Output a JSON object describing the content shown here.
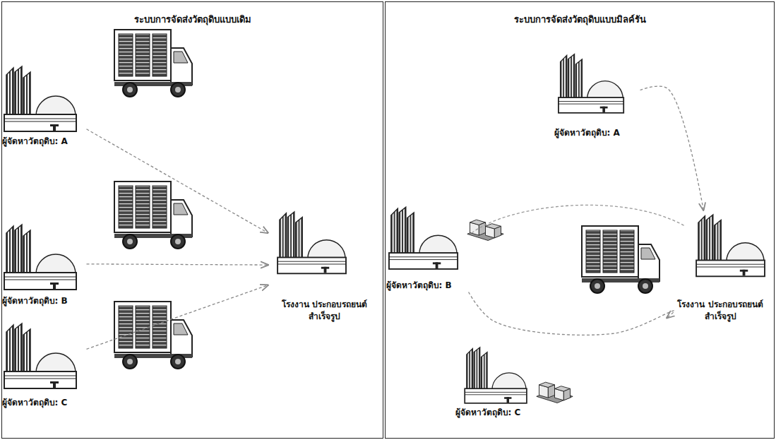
{
  "diagram": {
    "nodes": [
      {
        "text": [
          "ระบบการจัดส่งวัตถุดิบแบบเดิม"
        ]
      },
      {
        "text": [
          "ผู้จัดหาวัตถุดิบ: A"
        ],
        "in": 0
      },
      {
        "text": [
          "ผู้จัดหาวัตถุดิบ: B"
        ],
        "in": 0
      },
      {
        "text": [
          "ผู้จัดหาวัตถุดิบ: C"
        ],
        "in": 0
      },
      {
        "text": [
          "โรงงาน ประกอบรถยนต์สำเร็จรูป"
        ],
        "in": 0
      },
      {
        "text": [
          "ระบบการจัดส่งวัตถุดิบแบบมิลค์รัน"
        ]
      },
      {
        "text": [
          "ผู้จัดหาวัตถุดิบ: A"
        ],
        "in": 5
      },
      {
        "text": [
          "ผู้จัดหาวัตถุดิบ: B"
        ],
        "in": 5
      },
      {
        "text": [
          "ผู้จัดหาวัตถุดิบ: C"
        ],
        "in": 5
      },
      {
        "text": [
          "โรงงาน ประกอบรถยนต์สำเร็จรูป"
        ],
        "in": 5
      }
    ],
    "edges": [
      {
        "from": 1,
        "to": 4,
        "arrow": "to"
      },
      {
        "from": 2,
        "to": 4,
        "arrow": "to"
      },
      {
        "from": 3,
        "to": 4,
        "arrow": "to"
      },
      {
        "from": 6,
        "to": 9,
        "arrow": "to"
      },
      {
        "from": 7,
        "to": 9,
        "arrow": "to"
      }
    ]
  }
}
